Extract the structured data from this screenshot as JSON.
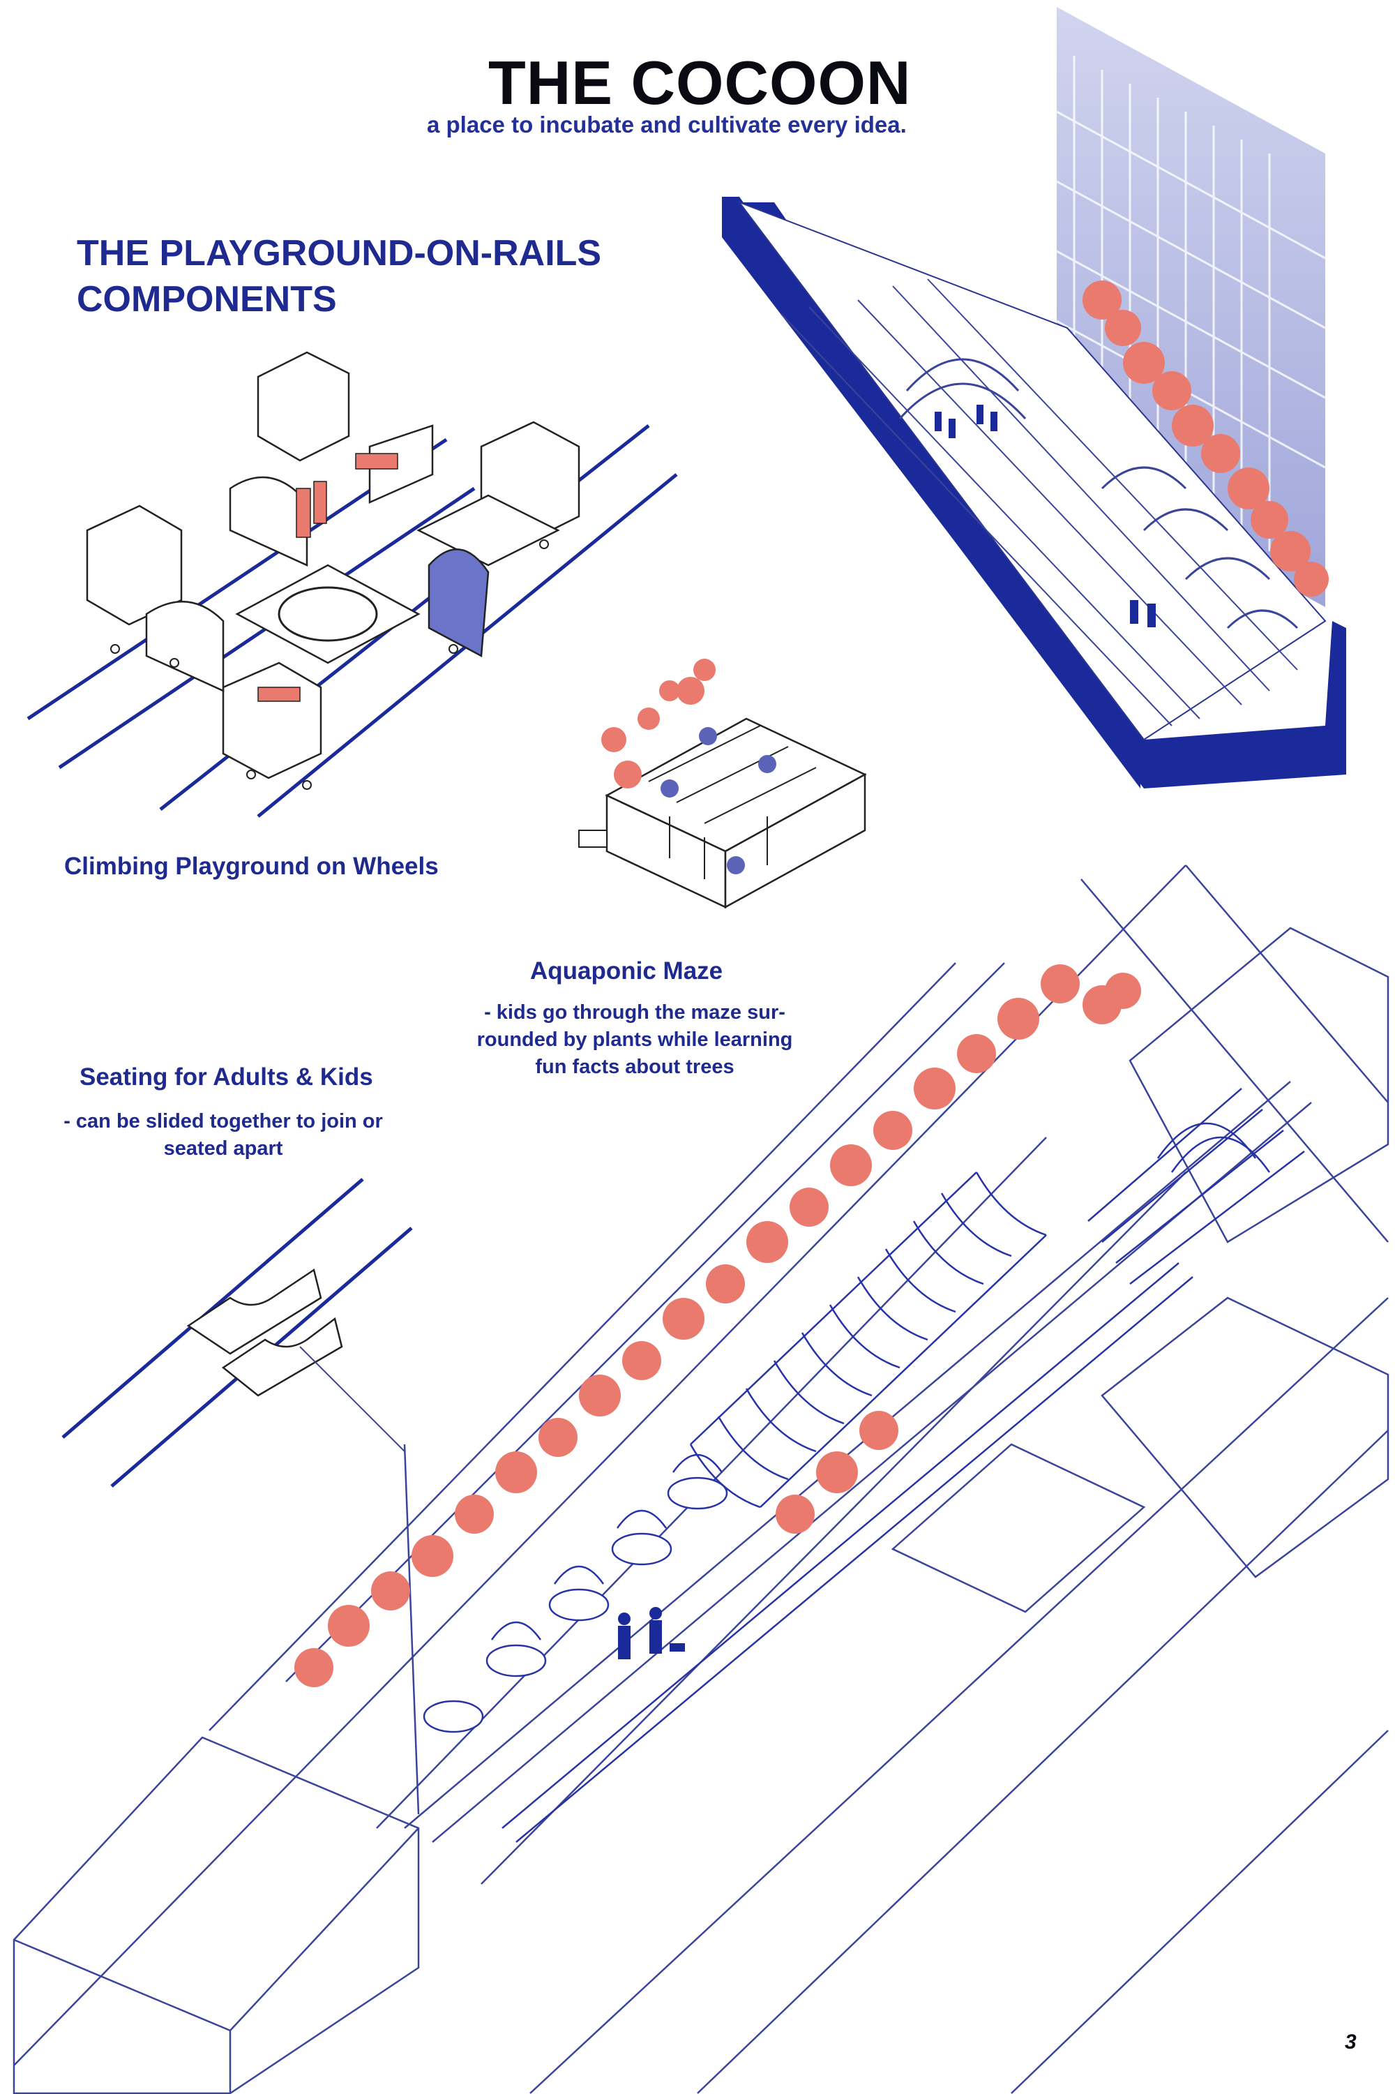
{
  "header": {
    "title": "THE COCOON",
    "subtitle": "a place to incubate and cultivate every idea."
  },
  "section": {
    "heading_line1": "THE PLAYGROUND-ON-RAILS",
    "heading_line2": "COMPONENTS"
  },
  "components": {
    "climbing": {
      "label": "Climbing Playground on Wheels"
    },
    "maze": {
      "label": "Aquaponic Maze",
      "note_line1": "- kids go through the maze sur-",
      "note_line2": "rounded by plants while learning",
      "note_line3": "fun facts about trees"
    },
    "seating": {
      "label": "Seating for Adults & Kids",
      "note_line1": "- can be slided together to join or",
      "note_line2": "seated apart"
    }
  },
  "footer": {
    "page_number": "3"
  },
  "colors": {
    "ink": "#1e2a8f",
    "accent": "#ea7a6e",
    "title": "#0a0a12"
  }
}
